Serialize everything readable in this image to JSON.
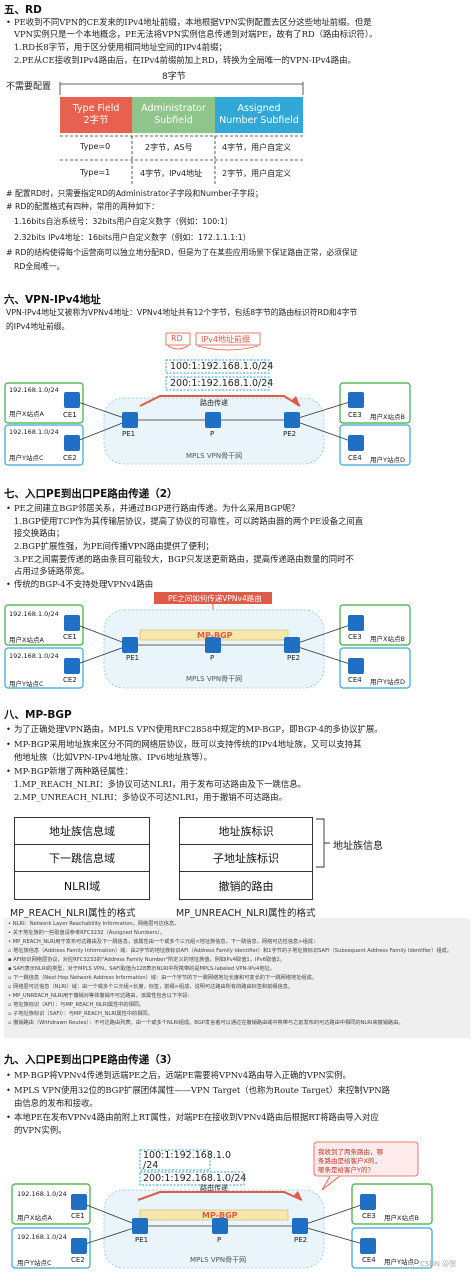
{
  "sec5": {
    "title": "五、RD",
    "b1": "PE收到不同VPN的CE发来的IPv4地址前缀，本地根据VPN实例配置去区分这些地址前缀。但是",
    "b1b": "VPN实例只是一个本地概念，PE无法将VPN实例信息传递到对端PE，故有了RD（路由标识符）。",
    "l1": "1.RD长8字节，用于区分使用相同地址空间的IPv4前缀；",
    "l2": "2.PE从CE接收到IPv4路由后，在IPv4前缀前加上RD，转换为全局唯一的VPN-IPv4路由。",
    "bytes8": "8字节",
    "not_config": "不需要配置",
    "h_type": "Type Field",
    "h_type2": "2字节",
    "h_admin": "Administrator",
    "h_admin2": "Subfield",
    "h_assigned": "Assigned",
    "h_assigned2": "Number Subfield",
    "r1_type": "Type=0",
    "r1_admin": "2字节，AS号",
    "r1_num": "4字节，用户自定义",
    "r2_type": "Type=1",
    "r2_admin": "4字节，IPv4地址",
    "r2_num": "2字节，用户自定义",
    "n1": "# 配置RD时，只需要指定RD的Administrator子字段和Number子字段；",
    "n2": "# RD的配置格式有四种，常用的两种如下：",
    "n3": "1.16bits自治系统号：32bits用户自定义数字（例如：100:1）",
    "n4": "2.32bits IPv4地址：16bits用户自定义数字（例如：172.1.1.1:1）",
    "n5": "# RD的结构使得每个运营商可以独立地分配RD，但是为了在某些应用场景下保证路由正常，必须保证",
    "n5b": "RD全局唯一。"
  },
  "sec6": {
    "title": "六、VPN-IPv4地址",
    "t1": "VPN-IPv4地址又被称为VPNv4地址：VPNv4地址共有12个字节，包括8字节的路由标识符RD和4字节",
    "t1b": "的IPv4地址前缀。",
    "rd_label": "RD",
    "prefix_label": "IPv4地址前缀",
    "route1": "100:1:192.168.1.0/24",
    "route2": "200:1:192.168.1.0/24",
    "pass": "路由传递"
  },
  "sec7": {
    "title": "七、入口PE到出口PE路由传递（2）",
    "b1": "PE之间建立BGP邻居关系，并通过BGP进行路由传递。为什么采用BGP呢？",
    "l1": "1.BGP使用TCP作为其传输层协议，提高了协议的可靠性，可以跨路由器的两个PE设备之间直",
    "l1b": "  接交换路由；",
    "l2": "2.BGP扩展性强，为PE间传播VPN路由提供了便利；",
    "l3": "3.PE之间需要传递的路由条目可能较大，BGP只发送更新路由，提高传递路由数量的同时不",
    "l3b": "  占用过多链路带宽。",
    "b2": "传统的BGP-4不支持处理VPNv4路由",
    "banner": "PE之间如何传递VPNv4路由",
    "mpbgp": "MP-BGP"
  },
  "sec8": {
    "title": "八、MP-BGP",
    "b1": "为了正确处理VPN路由，MPLS VPN使用RFC2858中规定的MP-BGP，即BGP-4的多协议扩展。",
    "b2": "MP-BGP采用地址族来区分不同的网络层协议，既可以支持传统的IPv4地址族，又可以支持其",
    "b2b": "他地址族（比如VPN-IPv4地址族、IPv6地址族等）。",
    "b3": "MP-BGP新增了两种路径属性：",
    "l1": "1.MP_REACH_NLRI：多协议可达NLRI，用于发布可达路由及下一跳信息。",
    "l2": "2.MP_UNREACH_NLRI：多协议不可达NLRI，用于撤销不可达路由。",
    "reach": [
      "地址族信息域",
      "下一跳信息域",
      "NLRI域"
    ],
    "unreach": [
      "地址族标识",
      "子地址族标识",
      "撤销的路由"
    ],
    "family_info": "地址族信息",
    "cap1": "MP_REACH_NLRI属性的格式",
    "cap2": "MP_UNREACH_NLRI属性的格式",
    "notes": [
      "•  NLRI：Network Layer Reachability Information，网络层可达信息。",
      "•  关于地址族的一些取值请参考RFC3232（Assigned Numbers）。",
      "•  MP_REACH_NLRI用于发布可达路由及下一跳信息，该属性由一个或多个三元组<地址族信息，下一跳信息，网络可达性信息>组成：",
      "      ▫  地址族信息（Address Family Information）域：由2字节的地址族标识AFI（Address Family Identifier）和1字节的子地址族标识SAFI（Subsequent Address Family Identifier）组成。",
      "            ▪  AFI标识网络层协议，对应RFC3232的\"Address Family Number\"所定义的地址族值，例如IPv4取值1，IPv6取值2。",
      "            ▪  SAFI表示NLRI的类型，对于MPLS VPN，SAFI取值为128表示NLRI中所携带的是MPLS-labeled VPN-IPv4地址。",
      "      ▫  下一跳信息（Next Hop Network Address Information）域：由一个字节的下一跳网络地址长度和可变长的下一跳网络地址组成。",
      "      ▫  网络层可达信息（NLRI）域：由一个或多个三元组<长度，标签，前缀>组成，说明可达路由所有的路由标签和前缀信息。",
      "•  MP_UNREACH_NLRI用于撤销对等体撤销不可达路由，该属性包含以下字段：",
      "      ▫  地址族标识（AFI）：与MP_REACH_NLRI属性中的相同。",
      "      ▫  子地址族标识（SAFI）：与MP_REACH_NLRI属性中的相同。",
      "      ▫  撤销路由（Withdrawn Routes）：不可达路由列表，由一个或多个NLRI组成。BGP发言者可以通过在撤销路由域中携带与之前发布的可达路由中相同的NLRI来撤销路由。"
    ]
  },
  "sec9": {
    "title": "九、入口PE到出口PE路由传递（3）",
    "b1": "MP-BGP将VPNv4传递到远端PE之后，远端PE需要将VPNv4路由导入正确的VPN实例。",
    "b2": "MPLS VPN使用32位的BGP扩展团体属性——VPN Target（也称为Route Target）来控制VPN路",
    "b2b": "由信息的发布和接收。",
    "b3": "本地PE在发布VPNv4路由前附上RT属性，对端PE在接收到VPNv4路由后根据RT将路由导入对应",
    "b3b": "的VPN实例。",
    "route1": "100:1:192.168.1.0",
    "route1b": "/24",
    "route2": "200:1:192.168.1.0/24",
    "callout1": "我收到了两条路由，哪",
    "callout2": "条路由是给客户X的，",
    "callout3": "哪条是给客户Y的？",
    "watermark": "CSDN @贺"
  },
  "topo": {
    "pe1": "PE1",
    "pe2": "PE2",
    "p": "P",
    "ce1": "CE1",
    "ce2": "CE2",
    "ce3": "CE3",
    "ce4": "CE4",
    "subnetA": "192.168.1.0/24",
    "subnetC": "192.168.1.0/24",
    "siteA": "用户X站点A",
    "siteC": "用户Y站点C",
    "siteB": "用户X站点B",
    "siteD": "用户Y站点D",
    "backbone": "MPLS VPN骨干网"
  },
  "colors": {
    "type_field": "#e8604f",
    "admin": "#8fc58a",
    "assigned": "#31a8d6",
    "site_x": "#3cab3c",
    "site_y": "#36a7d6",
    "pe_icon": "#1f6fc5",
    "banner": "#e05a4a",
    "mpbgp": "#f5e7b0"
  }
}
